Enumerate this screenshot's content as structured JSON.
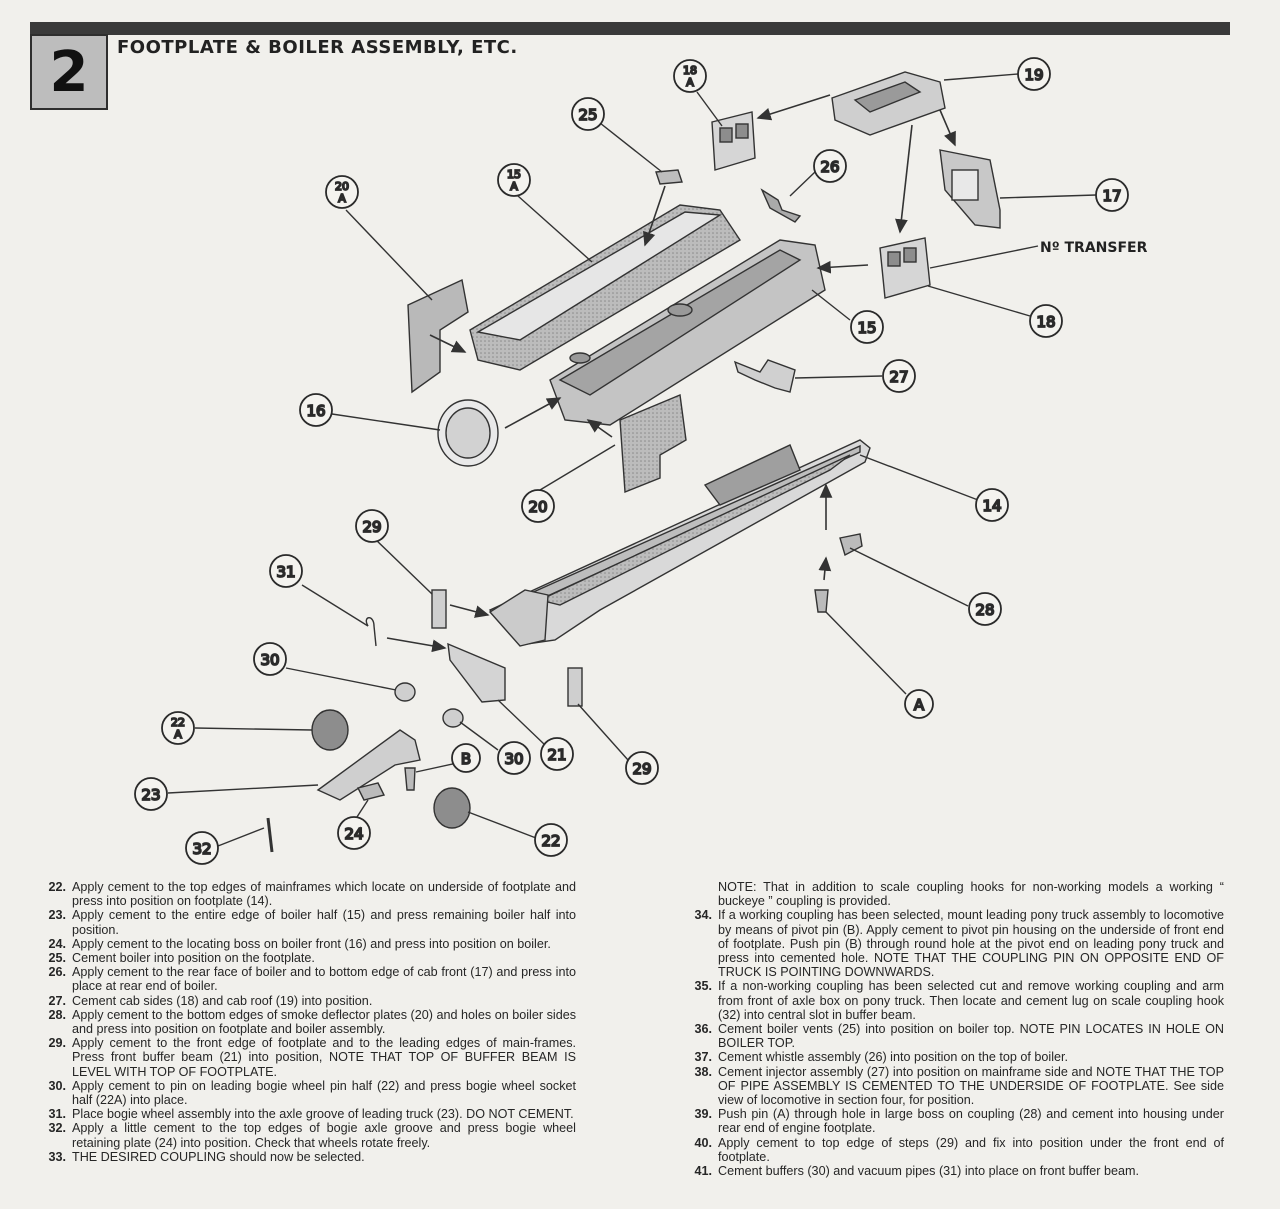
{
  "header": {
    "step_number": "2",
    "title": "FOOTPLATE & BOILER ASSEMBLY, ETC."
  },
  "callouts": {
    "c18a_top": "18",
    "c18a_bot": "A",
    "c19": "19",
    "c25": "25",
    "c26": "26",
    "c17": "17",
    "c20a_top": "20",
    "c20a_bot": "A",
    "c15a_top": "15",
    "c15a_bot": "A",
    "no_transfer": "Nº TRANSFER",
    "c18": "18",
    "c15": "15",
    "c27": "27",
    "c16": "16",
    "c20": "20",
    "c14": "14",
    "c29a": "29",
    "c31": "31",
    "c28": "28",
    "c30a": "30",
    "c22a_top": "22",
    "c22a_bot": "A",
    "cA": "A",
    "cB": "B",
    "c30b": "30",
    "c21": "21",
    "c29b": "29",
    "c23": "23",
    "c24": "24",
    "c22": "22",
    "c32": "32"
  },
  "instructions_left": [
    {
      "n": "22.",
      "t": "Apply cement to the top edges of mainframes which locate on underside of footplate and press into position on footplate (14)."
    },
    {
      "n": "23.",
      "t": "Apply cement to the entire edge of boiler half (15) and press remaining boiler half into position."
    },
    {
      "n": "24.",
      "t": "Apply cement to the locating boss on boiler front (16) and press into position on boiler."
    },
    {
      "n": "25.",
      "t": "Cement boiler into position on the footplate."
    },
    {
      "n": "26.",
      "t": "Apply cement to the rear face of boiler and to bottom edge of cab front (17) and press into place at rear end of boiler."
    },
    {
      "n": "27.",
      "t": "Cement cab sides (18) and cab roof (19) into position."
    },
    {
      "n": "28.",
      "t": "Apply cement to the bottom edges of smoke deflector plates (20) and holes on boiler sides and press into position on footplate and boiler assembly."
    },
    {
      "n": "29.",
      "t": "Apply cement to the front edge of footplate and to the leading edges of main-frames. Press front buffer beam (21) into position, NOTE THAT TOP OF BUFFER BEAM IS LEVEL WITH TOP OF FOOTPLATE."
    },
    {
      "n": "30.",
      "t": "Apply cement to pin on leading bogie wheel pin half (22) and press bogie wheel socket half (22A) into place."
    },
    {
      "n": "31.",
      "t": "Place bogie wheel assembly into the axle groove of leading truck (23). DO NOT CEMENT."
    },
    {
      "n": "32.",
      "t": "Apply a little cement to the top edges of bogie axle groove and press bogie wheel retaining plate (24) into position. Check that wheels rotate freely."
    },
    {
      "n": "33.",
      "t": "THE DESIRED COUPLING should now be selected."
    }
  ],
  "instructions_right_note": "NOTE: That in addition to scale coupling hooks for non-working models a working “ buckeye ” coupling is provided.",
  "instructions_right": [
    {
      "n": "34.",
      "t": "If a working coupling has been selected, mount leading pony truck assembly to locomotive by means of pivot pin (B). Apply cement to pivot pin housing on the underside of front end of footplate. Push pin (B) through round hole at the pivot end on leading pony truck and press into cemented hole. NOTE THAT THE COUPLING PIN ON OPPOSITE END OF TRUCK IS POINTING DOWNWARDS."
    },
    {
      "n": "35.",
      "t": "If a non-working coupling has been selected cut and remove working coupling and arm from front of axle box on pony truck. Then locate and cement lug on scale coupling hook (32) into central slot in buffer beam."
    },
    {
      "n": "36.",
      "t": "Cement boiler vents (25) into position on boiler top. NOTE PIN LOCATES IN HOLE ON BOILER TOP."
    },
    {
      "n": "37.",
      "t": "Cement whistle assembly (26) into position on the top of boiler."
    },
    {
      "n": "38.",
      "t": "Cement injector assembly (27) into position on mainframe side and NOTE THAT THE TOP OF PIPE ASSEMBLY IS CEMENTED TO THE UNDERSIDE OF FOOTPLATE. See side view of locomotive in section four, for position."
    },
    {
      "n": "39.",
      "t": "Push pin (A) through hole in large boss on coupling (28) and cement into housing under rear end of engine footplate."
    },
    {
      "n": "40.",
      "t": "Apply cement to top edge of steps (29) and fix into position under the front end of footplate."
    },
    {
      "n": "41.",
      "t": "Cement buffers (30) and vacuum pipes (31) into place on front buffer beam."
    }
  ]
}
